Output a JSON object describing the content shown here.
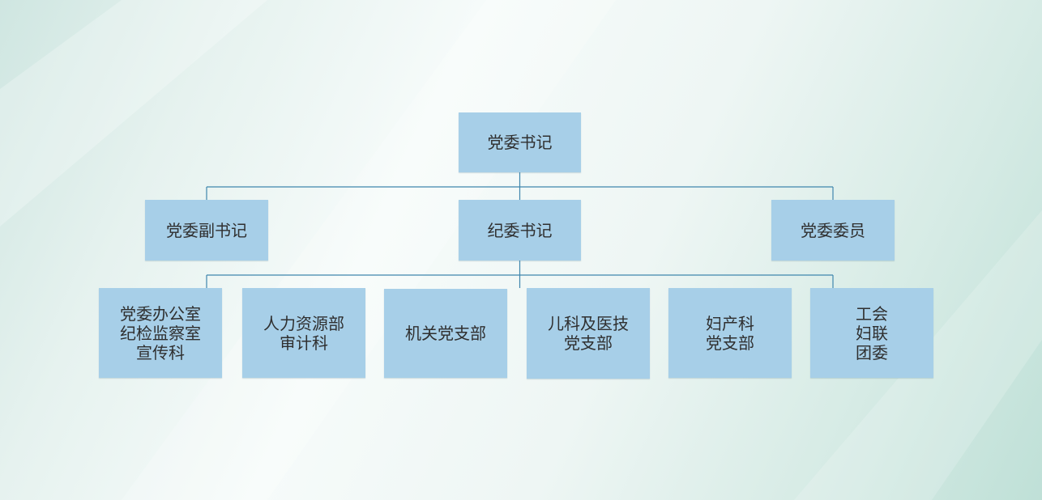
{
  "chart": {
    "root": {
      "label": "党委书记"
    },
    "level2": [
      {
        "label": "党委副书记"
      },
      {
        "label": "纪委书记"
      },
      {
        "label": "党委委员"
      }
    ],
    "level3": [
      {
        "label": "党委办公室\n纪检监察室\n宣传科"
      },
      {
        "label": "人力资源部\n审计科"
      },
      {
        "label": "机关党支部"
      },
      {
        "label": "儿科及医技\n党支部"
      },
      {
        "label": "妇产科\n党支部"
      },
      {
        "label": "工会\n妇联\n团委"
      }
    ]
  }
}
